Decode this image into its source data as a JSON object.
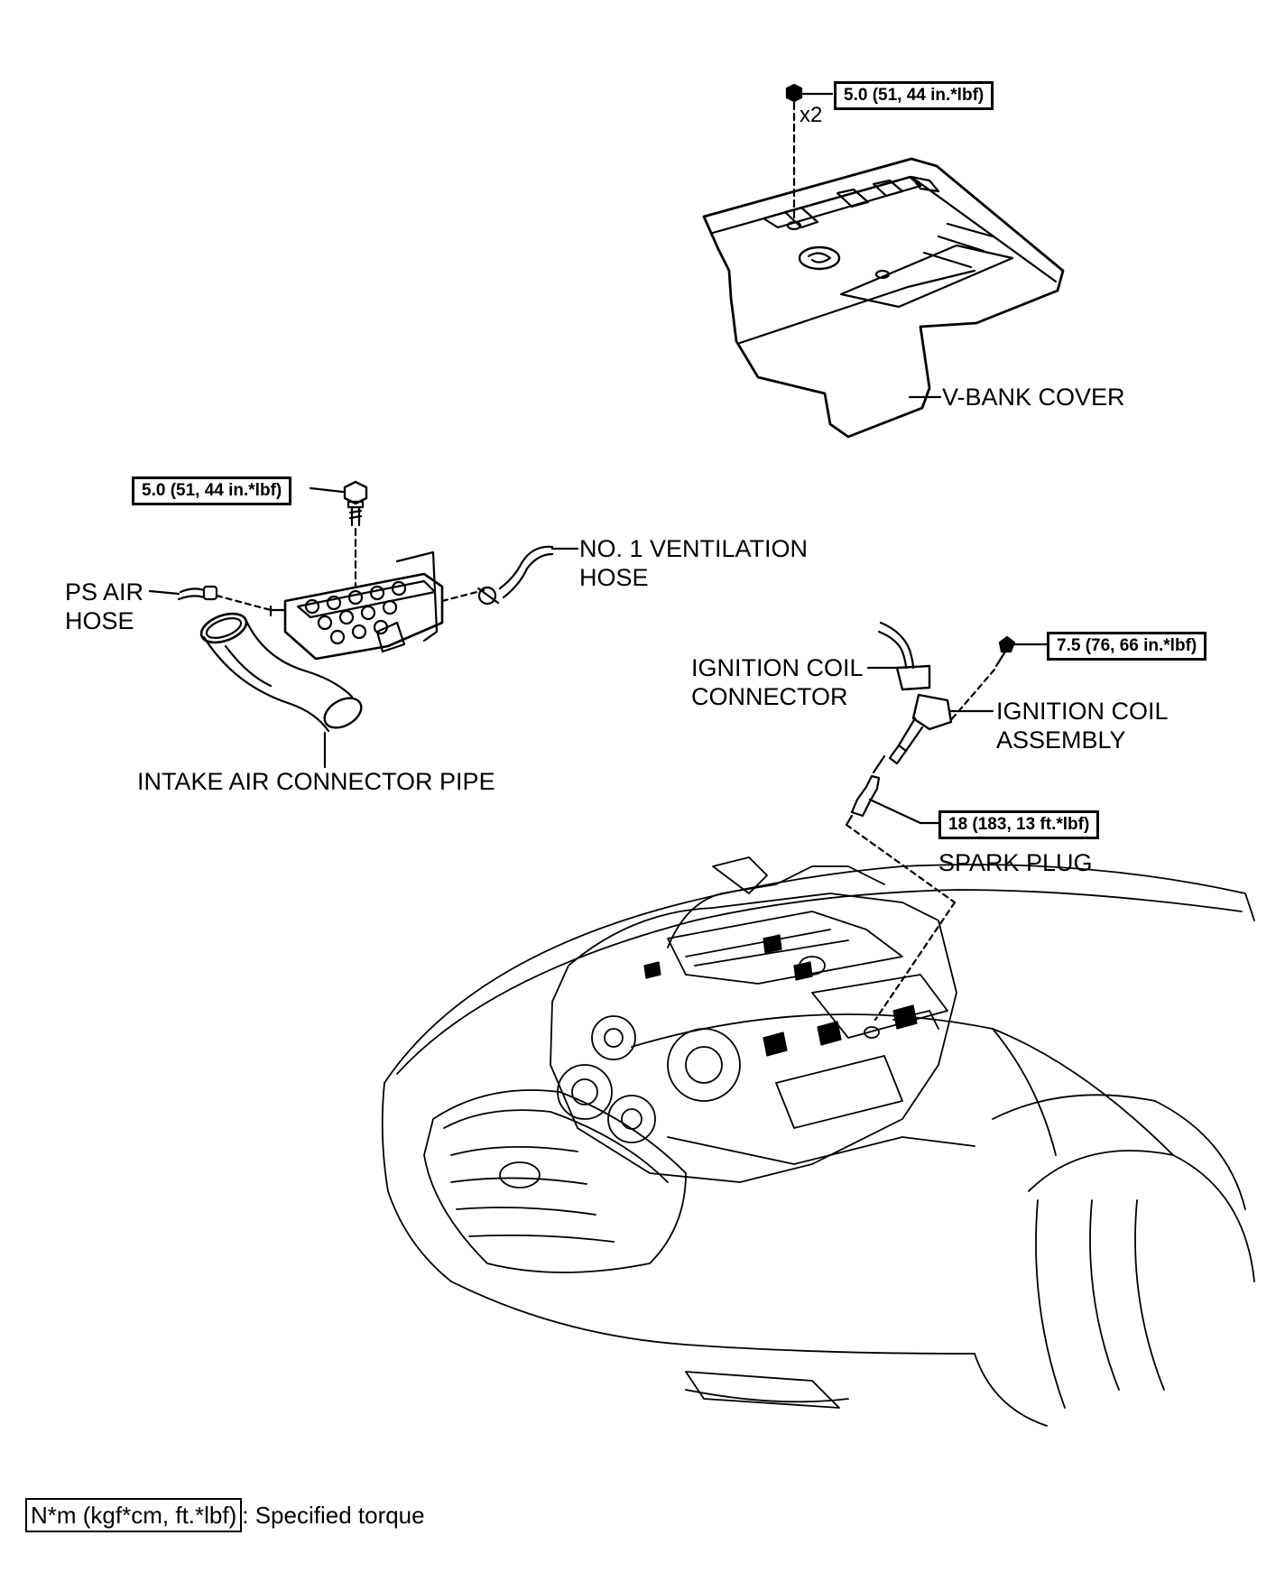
{
  "parts": {
    "v_bank_cover": "V-BANK COVER",
    "no1_ventilation_hose": [
      "NO. 1 VENTILATION",
      "HOSE"
    ],
    "ps_air_hose": [
      "PS AIR",
      "HOSE"
    ],
    "intake_air_connector_pipe": "INTAKE AIR CONNECTOR PIPE",
    "ignition_coil_connector": [
      "IGNITION COIL",
      "CONNECTOR"
    ],
    "ignition_coil_assembly": [
      "IGNITION COIL",
      "ASSEMBLY"
    ],
    "spark_plug": "SPARK PLUG"
  },
  "torques": {
    "v_bank_cover_nut": "5.0 (51, 44 in.*lbf)",
    "intake_bolt": "5.0 (51, 44 in.*lbf)",
    "ignition_coil_bolt": "7.5 (76, 66 in.*lbf)",
    "spark_plug": "18 (183, 13 ft.*lbf)"
  },
  "quantity_v_bank_nut": "x2",
  "legend": {
    "unit_box": "N*m (kgf*cm, ft.*lbf)",
    "description": ": Specified torque"
  }
}
